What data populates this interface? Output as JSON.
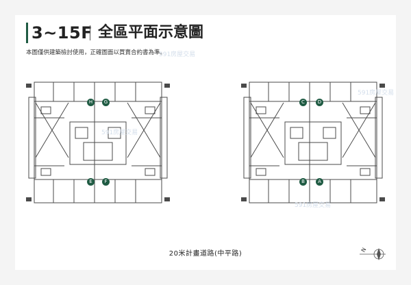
{
  "header": {
    "floor_range": "3~15F",
    "plan_title": "全區平面示意圖",
    "disclaimer": "本圖僅供建築檢討使用，正確圖面以買賣合約書為準。"
  },
  "road_label": "20米計畫道路(中平路)",
  "compass_label": "N",
  "watermark": "591房屋交易",
  "plans": {
    "left": {
      "units": [
        "H",
        "G",
        "E",
        "F"
      ]
    },
    "right": {
      "units": [
        "C",
        "D",
        "B",
        "A"
      ]
    }
  },
  "colors": {
    "accent": "#1f5b43",
    "line": "#4a4a4a"
  },
  "icons": {
    "compass": "compass-icon"
  }
}
